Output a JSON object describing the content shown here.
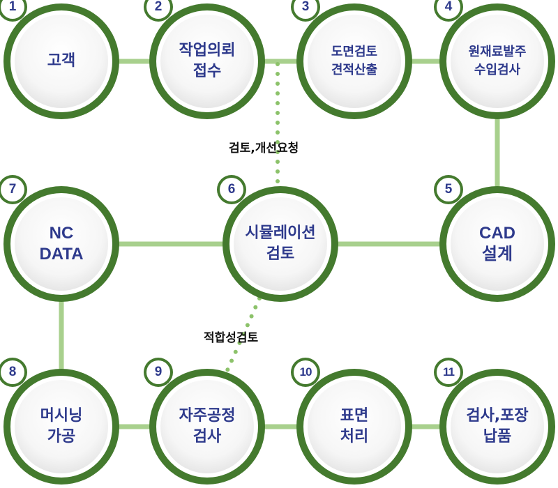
{
  "colors": {
    "ring": "#447a2e",
    "connector": "#a8d08d",
    "dotted": "#8cc26a",
    "text": "#2e3a8c",
    "note_text": "#111111"
  },
  "nodes": [
    {
      "id": "n1",
      "number": "1",
      "lines": [
        "고객"
      ]
    },
    {
      "id": "n2",
      "number": "2",
      "lines": [
        "작업의뢰",
        "접수"
      ]
    },
    {
      "id": "n3",
      "number": "3",
      "lines": [
        "도면검토",
        "견적산출"
      ]
    },
    {
      "id": "n4",
      "number": "4",
      "lines": [
        "원재료발주",
        "수입검사"
      ]
    },
    {
      "id": "n5",
      "number": "5",
      "lines": [
        "CAD",
        "설계"
      ]
    },
    {
      "id": "n6",
      "number": "6",
      "lines": [
        "시뮬레이션",
        "검토"
      ]
    },
    {
      "id": "n7",
      "number": "7",
      "lines": [
        "NC",
        "DATA"
      ]
    },
    {
      "id": "n8",
      "number": "8",
      "lines": [
        "머시닝",
        "가공"
      ]
    },
    {
      "id": "n9",
      "number": "9",
      "lines": [
        "자주공정",
        "검사"
      ]
    },
    {
      "id": "n10",
      "number": "10",
      "lines": [
        "표면",
        "처리"
      ]
    },
    {
      "id": "n11",
      "number": "11",
      "lines": [
        "검사,포장",
        "납품"
      ]
    }
  ],
  "annotations": {
    "review_request": "검토,개선요청",
    "suitability_review": "적합성검토"
  }
}
